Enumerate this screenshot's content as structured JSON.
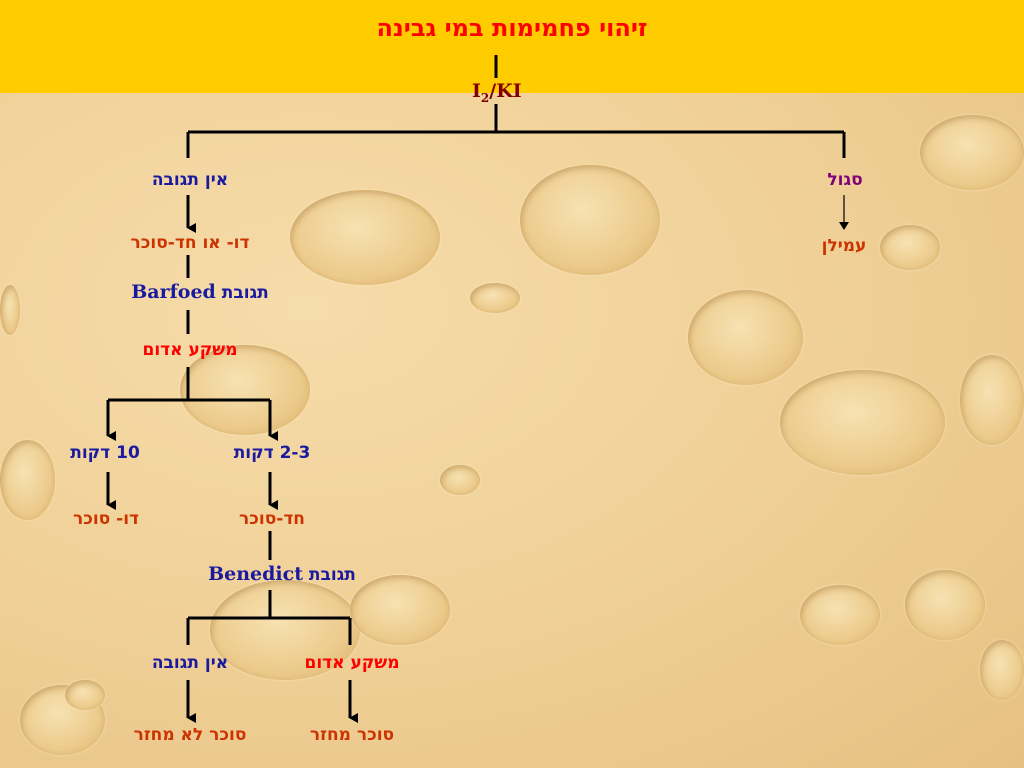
{
  "title": "זיהוי פחמימות במי גבינה",
  "reagent": {
    "main": "I",
    "sub": "2",
    "rest": "/KI"
  },
  "nodes": {
    "sagol": "סגול",
    "amilan": "עמילן",
    "ein_tguva_1": "אין תגובה",
    "du_o_chad": "דו- או חד-סוכר",
    "barfoed_en": "Barfoed",
    "barfoed_he": "תגובת",
    "mishka_adom_1": "משקע אדום",
    "ten_min": "10 דקות",
    "two_three_min": "2-3 דקות",
    "du_sukar": "דו- סוכר",
    "chad_sukar": "חד-סוכר",
    "benedict_en": "Benedict",
    "benedict_he": "תגובת",
    "ein_tguva_2": "אין תגובה",
    "mishka_adom_2": "משקע אדום",
    "sukar_lo_machzar": "סוכר לא מחזר",
    "sukar_machzar": "סוכר מחזר"
  }
}
